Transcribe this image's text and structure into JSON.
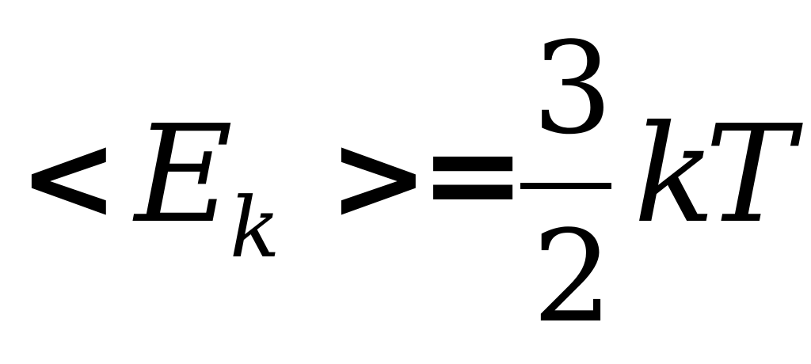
{
  "formula": {
    "open_bracket": "<",
    "variable": "E",
    "subscript": "k",
    "close_bracket": ">",
    "equals": "=",
    "numerator": "3",
    "denominator": "2",
    "constant": "k",
    "temperature": "T"
  }
}
